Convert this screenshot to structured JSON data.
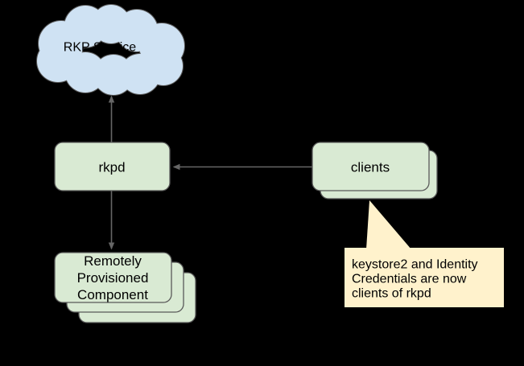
{
  "colors": {
    "background": "#000000",
    "cloud_fill": "#cfe2f3",
    "node_fill": "#d9ead3",
    "callout_fill": "#fff2cc",
    "shape_stroke": "#595959",
    "connector_stroke": "#666666",
    "text_color": "#000000"
  },
  "nodes": {
    "service": {
      "label": "RKP Service"
    },
    "rkpd": {
      "label": "rkpd"
    },
    "clients": {
      "label": "clients"
    },
    "component": {
      "lines": [
        "Remotely",
        "Provisioned",
        "Component"
      ]
    }
  },
  "callout": {
    "lines": [
      "keystore2 and Identity",
      "Credentials are now",
      "clients of rkpd"
    ]
  }
}
